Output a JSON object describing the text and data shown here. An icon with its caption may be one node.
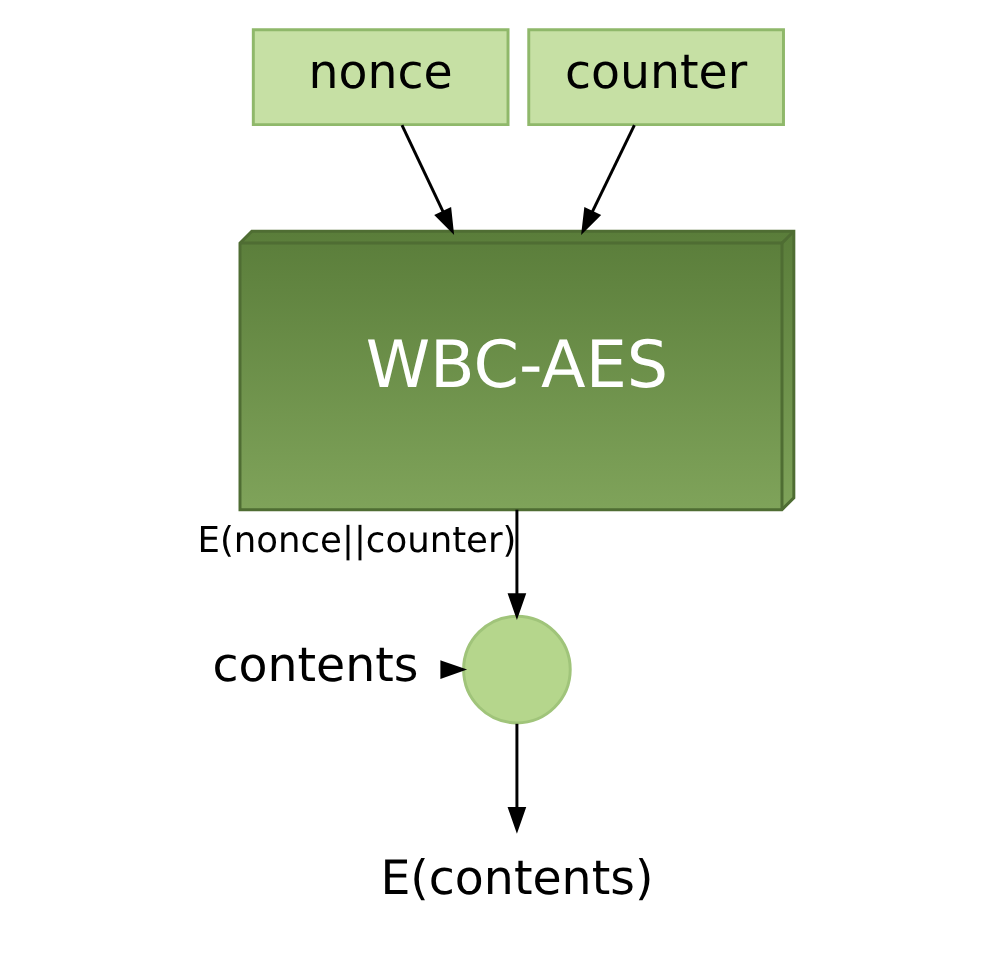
{
  "diagram": {
    "nodes": [
      {
        "text": [
          "nonce"
        ]
      },
      {
        "text": [
          "counter"
        ]
      },
      {
        "text": [
          "WBC-AES"
        ]
      },
      {
        "text": [],
        "shape": "circle"
      },
      {
        "text": [
          "contents"
        ]
      },
      {
        "text": [
          "E(contents)"
        ]
      }
    ],
    "edges": [
      {
        "from": 0,
        "to": 2,
        "arrow": "to"
      },
      {
        "from": 1,
        "to": 2,
        "arrow": "to"
      },
      {
        "from": 2,
        "to": 3,
        "arrow": "to",
        "label": "E(nonce||counter)"
      },
      {
        "from": 4,
        "to": 3,
        "arrow": "to"
      },
      {
        "from": 3,
        "to": 5,
        "arrow": "to"
      }
    ]
  }
}
